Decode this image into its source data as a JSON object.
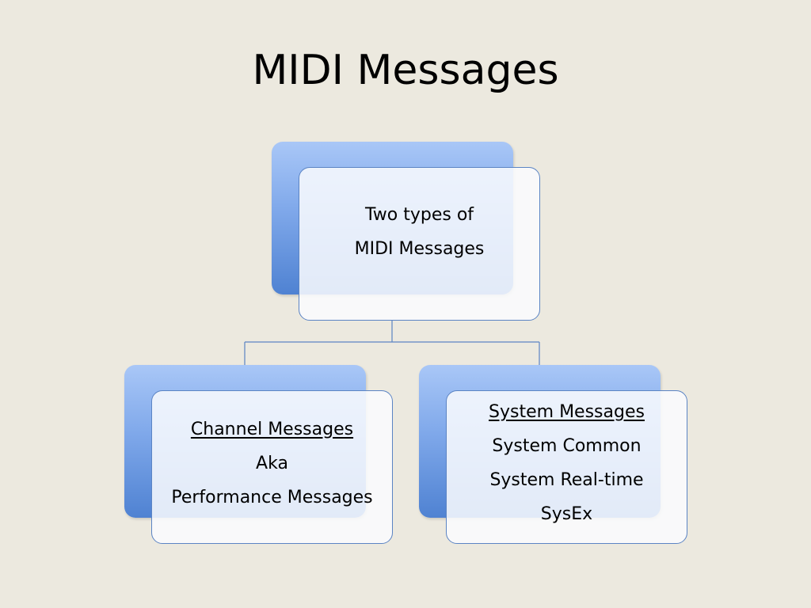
{
  "title": "MIDI Messages",
  "diagram": {
    "root": {
      "lines": [
        "Two types of",
        "MIDI Messages"
      ]
    },
    "left": {
      "heading": "Channel Messages",
      "lines": [
        "Aka",
        "Performance Messages"
      ]
    },
    "right": {
      "heading": "System Messages",
      "lines": [
        "System Common",
        "System Real-time",
        "SysEx"
      ]
    }
  },
  "colors": {
    "background": "#ECE9DF",
    "box_gradient_top": "#A9C7F7",
    "box_gradient_bottom": "#4F82D2",
    "box_border": "#5B84C4",
    "connector": "#5B84C4"
  }
}
